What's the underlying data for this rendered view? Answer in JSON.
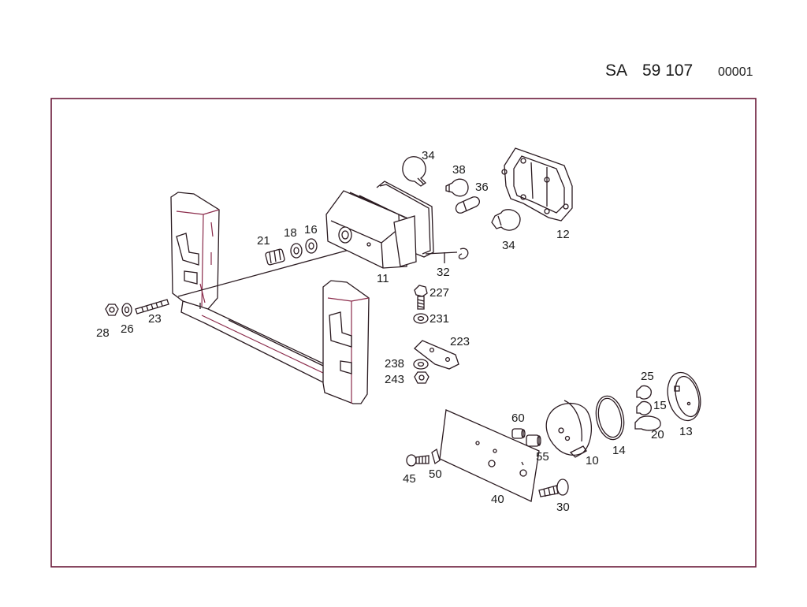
{
  "header": {
    "prefix": "SA",
    "number": "59 107",
    "code": "00001"
  },
  "colors": {
    "line": "#2a1a20",
    "accent": "#8a2a4a",
    "frame": "#6a1a3a"
  },
  "parts": {
    "p10": "10",
    "p11": "11",
    "p12": "12",
    "p13": "13",
    "p14": "14",
    "p15": "15",
    "p16": "16",
    "p18": "18",
    "p20": "20",
    "p21": "21",
    "p23": "23",
    "p25": "25",
    "p26": "26",
    "p28": "28",
    "p30": "30",
    "p32": "32",
    "p34a": "34",
    "p34b": "34",
    "p36": "36",
    "p38": "38",
    "p40": "40",
    "p45": "45",
    "p50": "50",
    "p55": "55",
    "p60": "60",
    "p223": "223",
    "p227": "227",
    "p231": "231",
    "p238": "238",
    "p243": "243"
  }
}
